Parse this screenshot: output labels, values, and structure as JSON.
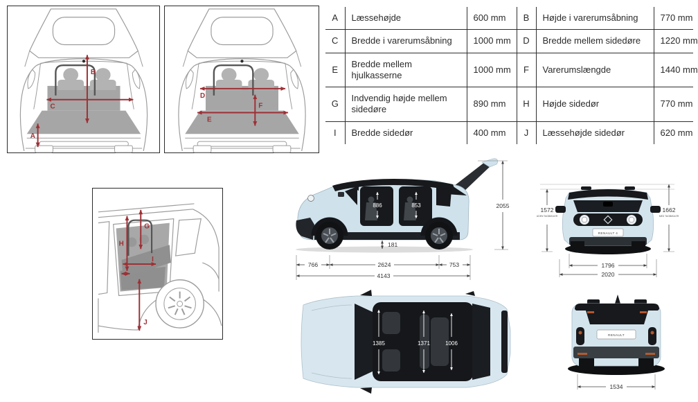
{
  "table": {
    "rows": [
      {
        "k1": "A",
        "l1": "Læssehøjde",
        "v1": "600 mm",
        "k2": "B",
        "l2": "Højde i varerumsåbning",
        "v2": "770 mm"
      },
      {
        "k1": "C",
        "l1": "Bredde i varerumsåbning",
        "v1": "1000 mm",
        "k2": "D",
        "l2": "Bredde mellem sidedøre",
        "v2": "1220 mm"
      },
      {
        "k1": "E",
        "l1": "Bredde mellem hjulkasserne",
        "v1": "1000 mm",
        "k2": "F",
        "l2": "Varerumslængde",
        "v2": "1440 mm"
      },
      {
        "k1": "G",
        "l1": "Indvendig højde mellem sidedøre",
        "v1": "890 mm",
        "k2": "H",
        "l2": "Højde sidedør",
        "v2": "770 mm"
      },
      {
        "k1": "I",
        "l1": "Bredde sidedør",
        "v1": "400 mm",
        "k2": "J",
        "l2": "Læssehøjde sidedør",
        "v2": "620 mm"
      }
    ]
  },
  "cargo1": {
    "label_a": "A",
    "label_b": "B",
    "label_c": "C"
  },
  "cargo2": {
    "label_d": "D",
    "label_e": "E",
    "label_f": "F"
  },
  "side_door": {
    "label_g": "G",
    "label_h": "H",
    "label_i": "I",
    "label_j": "J"
  },
  "side_view": {
    "interior_front": "886",
    "interior_rear": "853",
    "ground_clearance": "181",
    "front_overhang": "766",
    "wheelbase": "2624",
    "rear_overhang": "753",
    "length": "4143",
    "height_tailgate_open": "2055"
  },
  "front_view": {
    "height_roof": "1572",
    "height_roof_note": "UDEN TAGBØJLER",
    "height_bars": "1662",
    "height_bars_note": "MED TAGBØJLER",
    "track": "1796",
    "width": "2020",
    "plate": "RENAULT 4"
  },
  "top_view": {
    "width_front": "1385",
    "width_mid": "1371",
    "width_rear": "1006"
  },
  "rear_view": {
    "track": "1534",
    "plate": "RENAULT"
  },
  "colors": {
    "accent_red": "#9d3035",
    "body_blue": "#d4e4ed",
    "dark": "#17191c"
  }
}
